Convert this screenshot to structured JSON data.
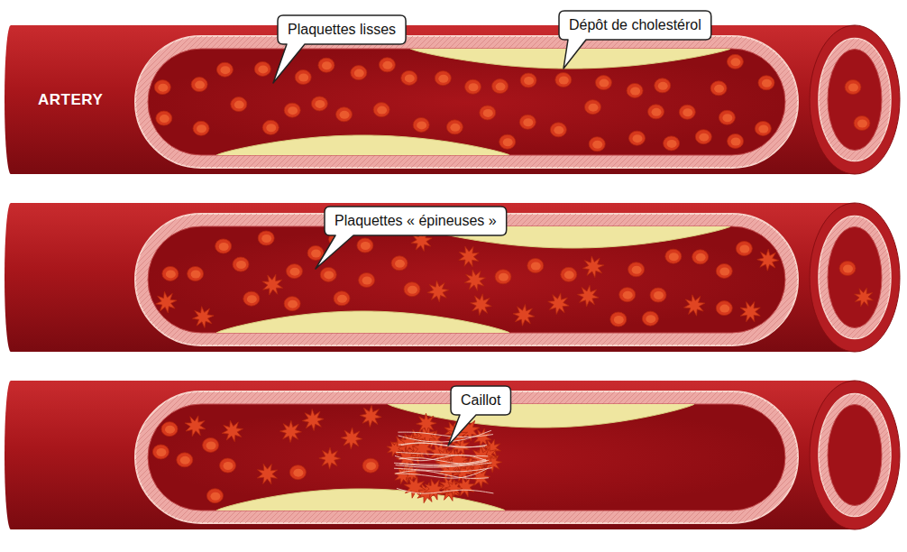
{
  "diagram": {
    "nodes": [
      {
        "text": [
          "Plaquettes lisses"
        ]
      },
      {
        "text": [
          "Dépôt de cholestérol"
        ]
      },
      {
        "text": [
          "Plaquettes « épineuses »"
        ]
      },
      {
        "text": [
          "Caillot"
        ]
      }
    ],
    "labels": [
      "ARTERY"
    ]
  }
}
